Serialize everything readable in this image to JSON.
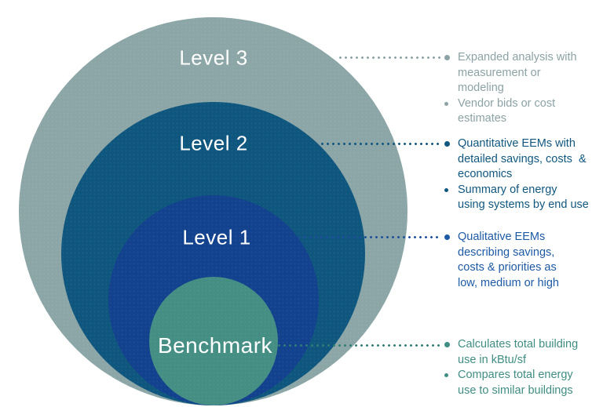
{
  "colors": {
    "background": "#FFFFFF",
    "label-text": "#FFFFFF",
    "level3-circle": "#8CA6A7",
    "level3-text": "#8CA2A4",
    "level3-line": "#8CA2A4",
    "level2-circle": "#0F567E",
    "level2-text": "#10577F",
    "level2-line": "#0F547C",
    "level1-circle": "#12418D",
    "level1-text": "#1D5AA5",
    "level1-line": "#1B4F9C",
    "benchmark-circle": "#448E84",
    "benchmark-text": "#3F8D83",
    "benchmark-line": "#2F7E76"
  },
  "rings": [
    {
      "label": "Level 3",
      "items": [
        "Expanded analysis with\nmeasurement or\nmodeling",
        "Vendor bids or cost\nestimates"
      ]
    },
    {
      "label": "Level 2",
      "items": [
        "Quantitative EEMs with\ndetailed savings, costs  &\neconomics",
        "Summary of energy\nusing systems by end use"
      ]
    },
    {
      "label": "Level 1",
      "items": [
        "Qualitative EEMs\ndescribing savings,\ncosts & priorities as\nlow, medium or high"
      ]
    },
    {
      "label": "Benchmark",
      "items": [
        "Calculates total building\nuse in kBtu/sf",
        "Compares total energy\nuse to similar buildings"
      ]
    }
  ]
}
